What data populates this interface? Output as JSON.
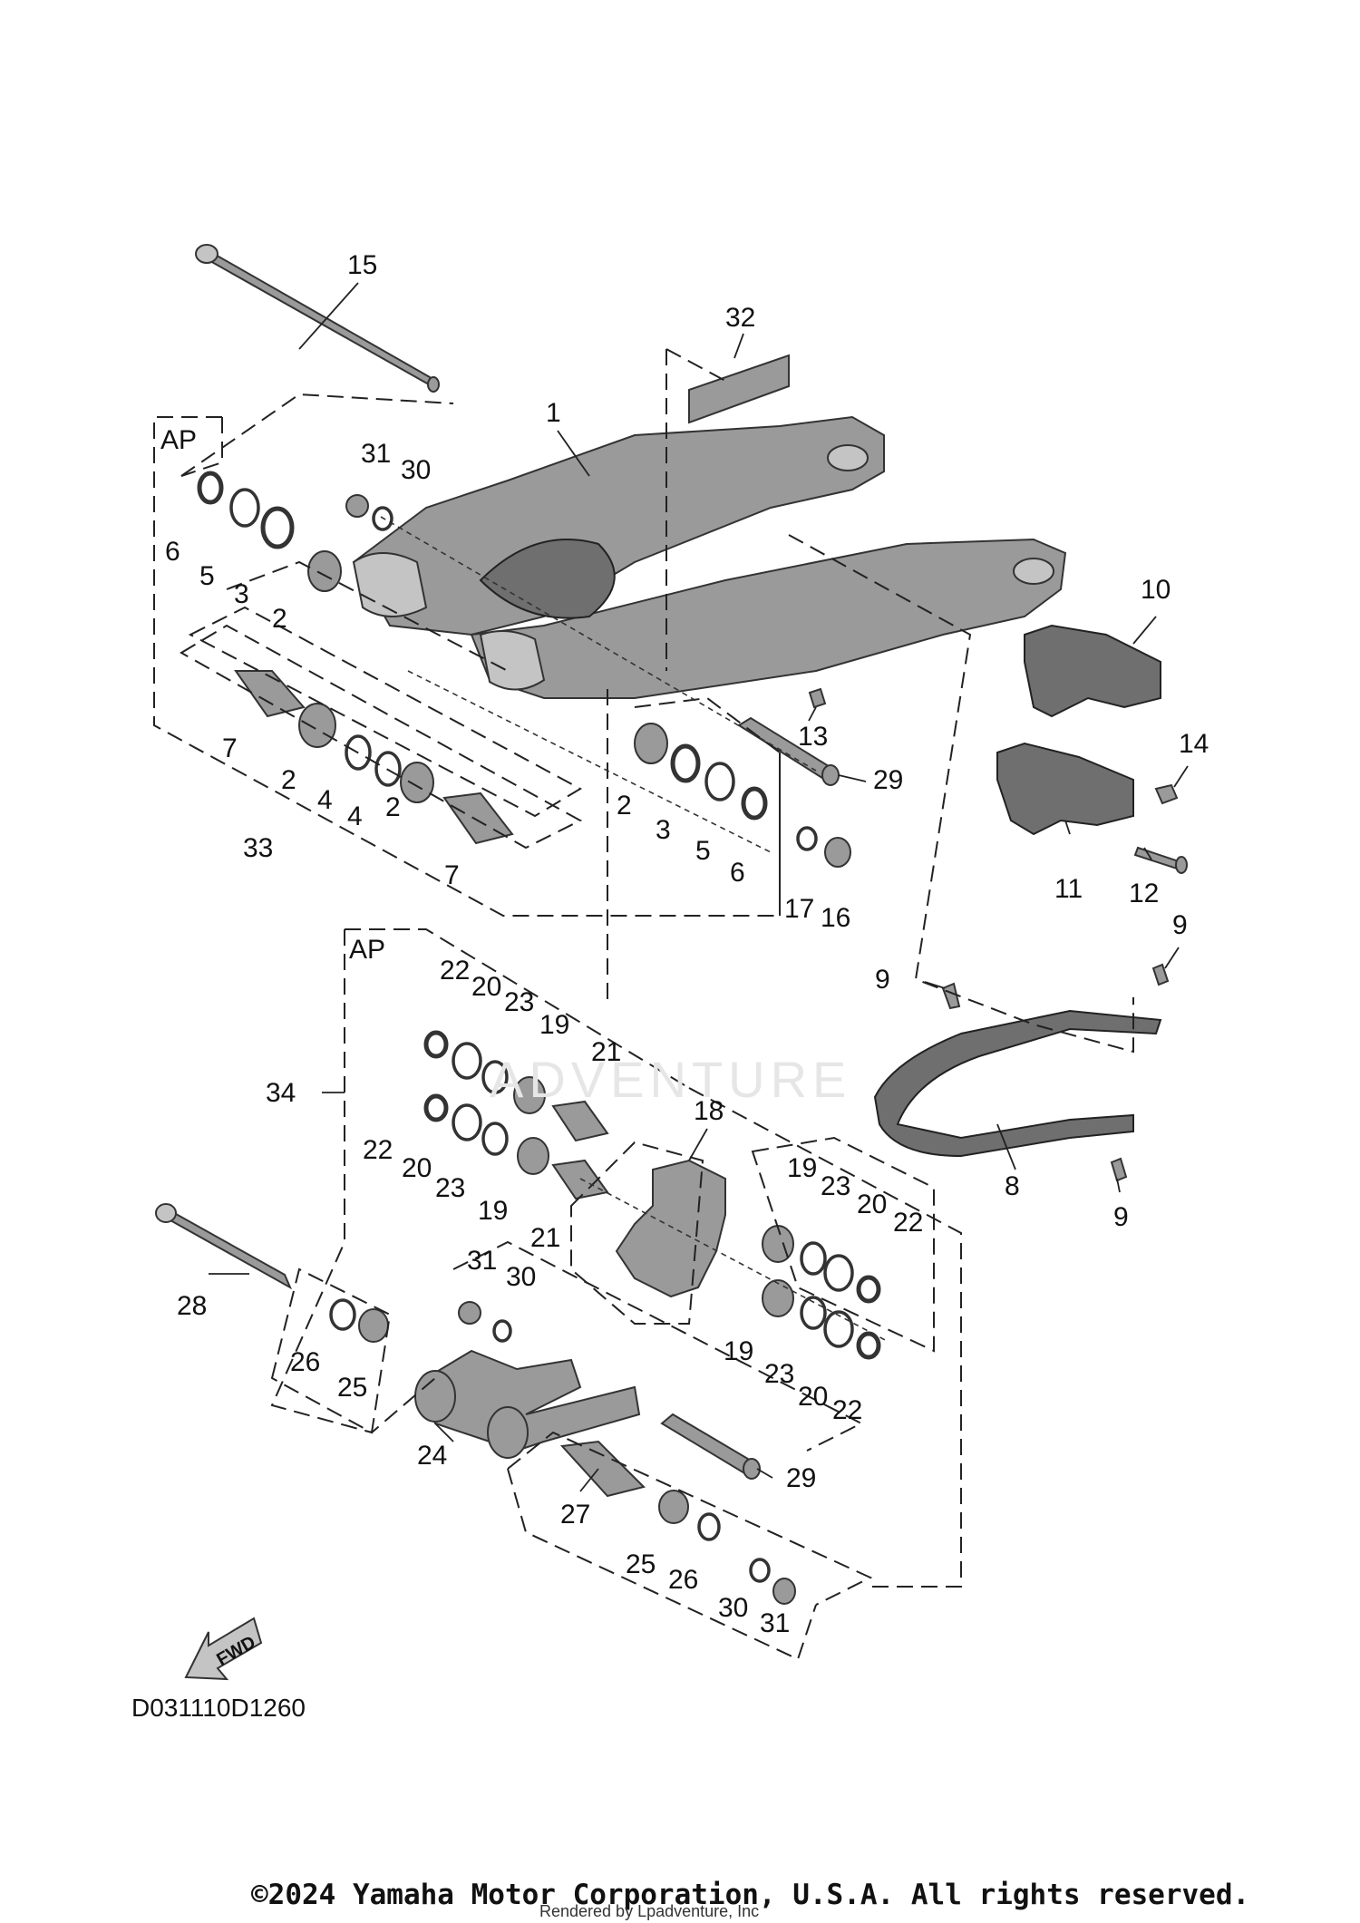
{
  "diagram": {
    "code": "D031110D1260",
    "copyright": "©2024 Yamaha Motor Corporation, U.S.A. All rights reserved.",
    "rendered_by": "Rendered by Lpadventure, Inc",
    "fwd_label": "FWD",
    "watermark": "ADVENTURE",
    "box_labels": [
      "AP",
      "AP"
    ],
    "callouts": [
      "15",
      "32",
      "1",
      "31",
      "30",
      "6",
      "5",
      "3",
      "2",
      "10",
      "14",
      "13",
      "29",
      "7",
      "2",
      "4",
      "4",
      "2",
      "7",
      "33",
      "2",
      "3",
      "5",
      "6",
      "17",
      "16",
      "11",
      "12",
      "9",
      "9",
      "9",
      "8",
      "22",
      "20",
      "23",
      "19",
      "21",
      "18",
      "34",
      "22",
      "20",
      "23",
      "19",
      "21",
      "19",
      "23",
      "20",
      "22",
      "31",
      "30",
      "28",
      "26",
      "25",
      "24",
      "19",
      "23",
      "20",
      "22",
      "29",
      "27",
      "25",
      "26",
      "30",
      "31"
    ]
  }
}
